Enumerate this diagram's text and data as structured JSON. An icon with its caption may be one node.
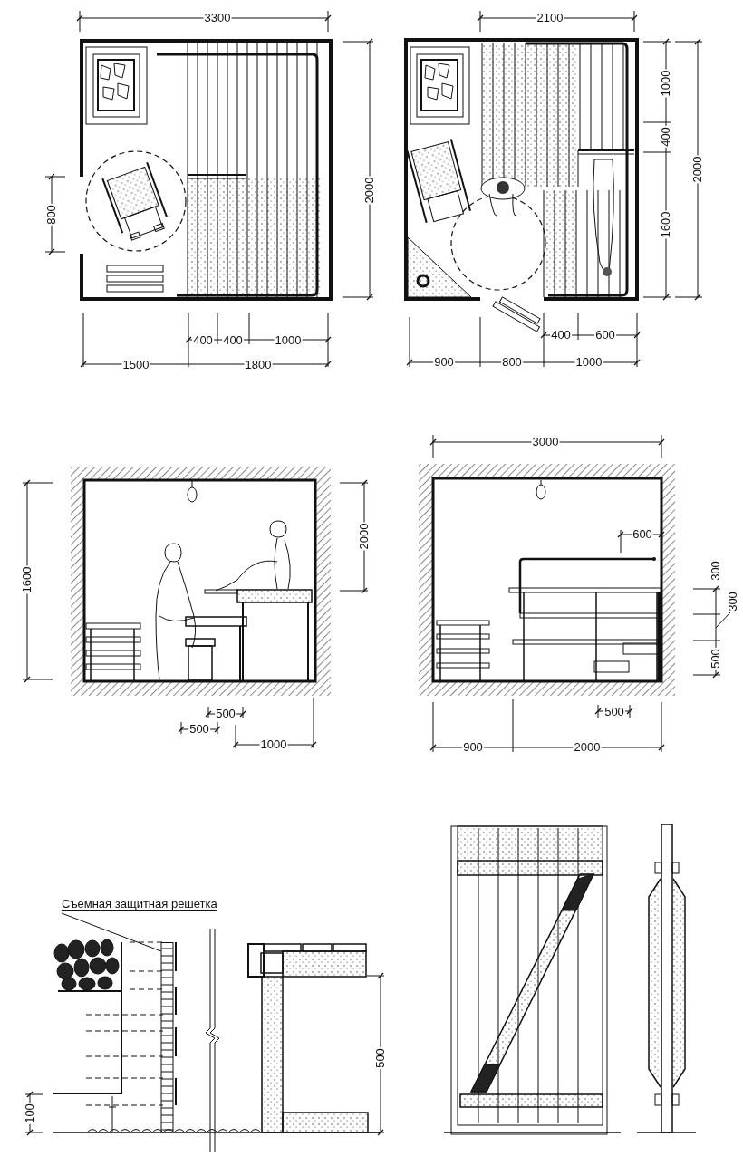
{
  "diagram": {
    "nodes": [
      {
        "text": [
          "Съемная защитная решетка"
        ]
      },
      {
        "text": [],
        "shape": "picture"
      }
    ],
    "edges": [
      {
        "from": 0,
        "to": 1,
        "arrow": "none"
      }
    ],
    "labels": [
      "3300",
      "800",
      "2000",
      "400",
      "400",
      "1000",
      "1500",
      "1800",
      "2100",
      "1000",
      "400",
      "2000",
      "1600",
      "400",
      "600",
      "900",
      "800",
      "1000",
      "1600",
      "2000",
      "500",
      "500",
      "1000",
      "3000",
      "600",
      "300",
      "300",
      "500",
      "500",
      "900",
      "2000",
      "100",
      "500"
    ]
  }
}
